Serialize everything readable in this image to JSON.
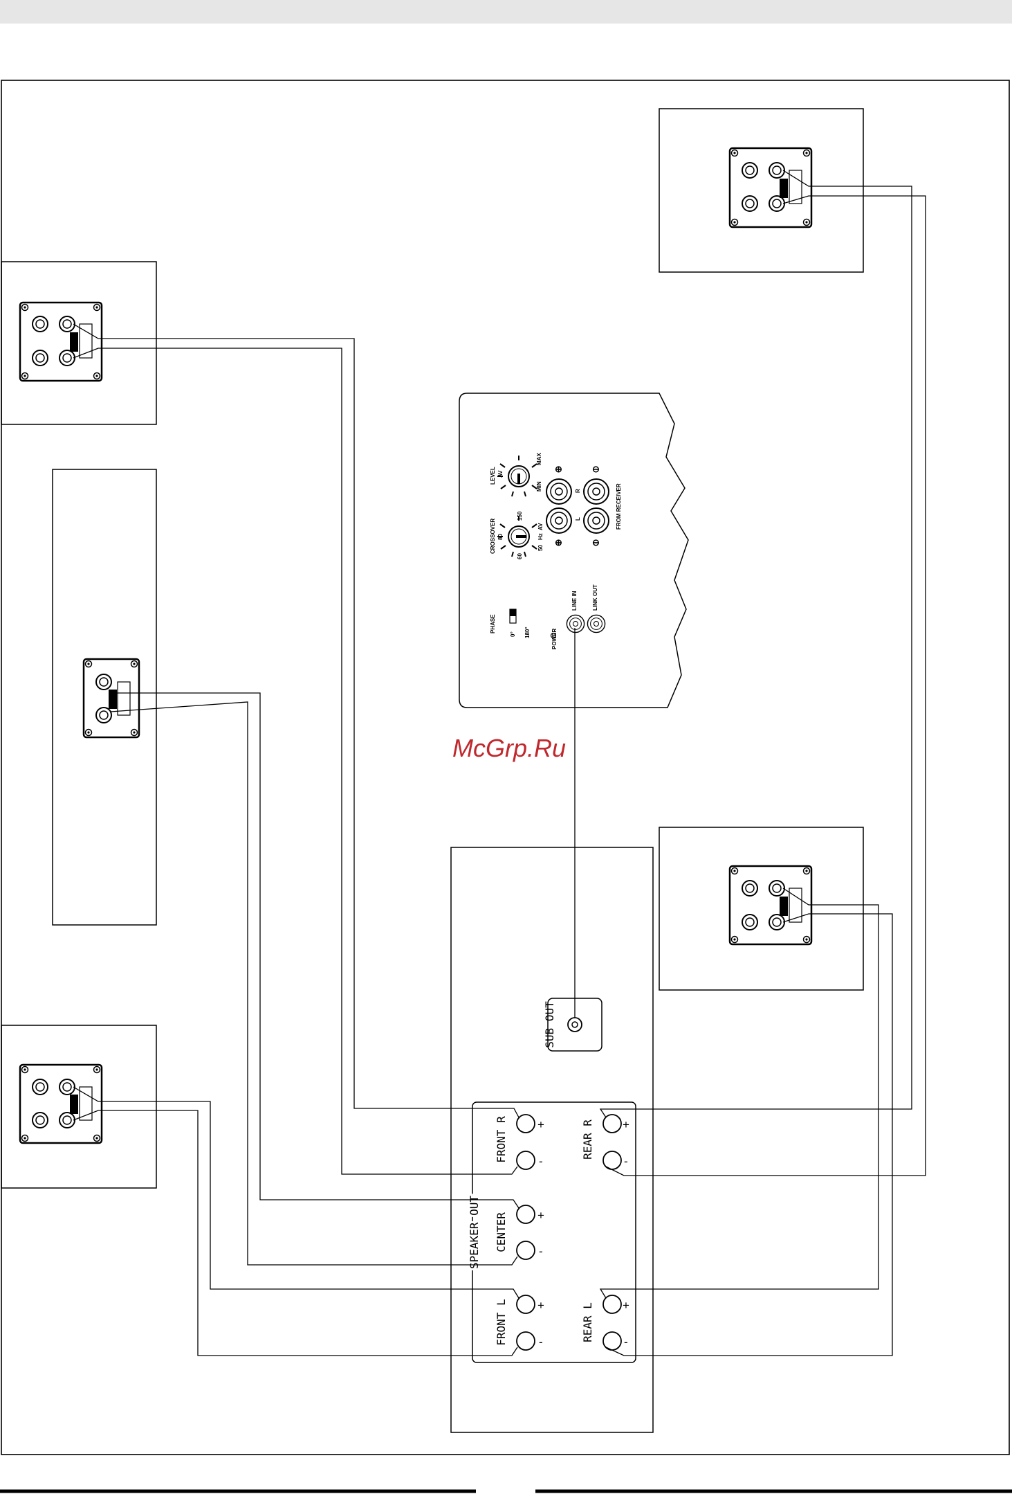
{
  "watermark": "McGrp.Ru",
  "colors": {
    "line": "#000000",
    "watermark": "#c0282d",
    "topbar": "#e6e6e6"
  },
  "receiver": {
    "sub_out": "SUB OUT",
    "speaker_out": "SPEAKER OUT",
    "channels": {
      "front_r": "FRONT R",
      "center": "CENTER",
      "front_l": "FRONT L",
      "rear_r": "REAR R",
      "rear_l": "REAR L"
    },
    "plus": "+",
    "minus": "-"
  },
  "subwoofer_panel": {
    "level": "LEVEL",
    "level_av": "AV",
    "level_min": "MIN",
    "level_max": "MAX",
    "crossover": "CROSSOVER",
    "crossover_80": "80",
    "crossover_60": "60",
    "crossover_50": "50",
    "crossover_hz": "Hz",
    "crossover_av": "AV",
    "crossover_150": "150",
    "phase": "PHASE",
    "phase_0": "0°",
    "phase_av": "AV",
    "phase_180": "180°",
    "power": "POWER",
    "line_in": "LINE IN",
    "link_out": "LINK OUT",
    "from_receiver": "FROM RECEIVER",
    "r": "R",
    "l": "L"
  }
}
